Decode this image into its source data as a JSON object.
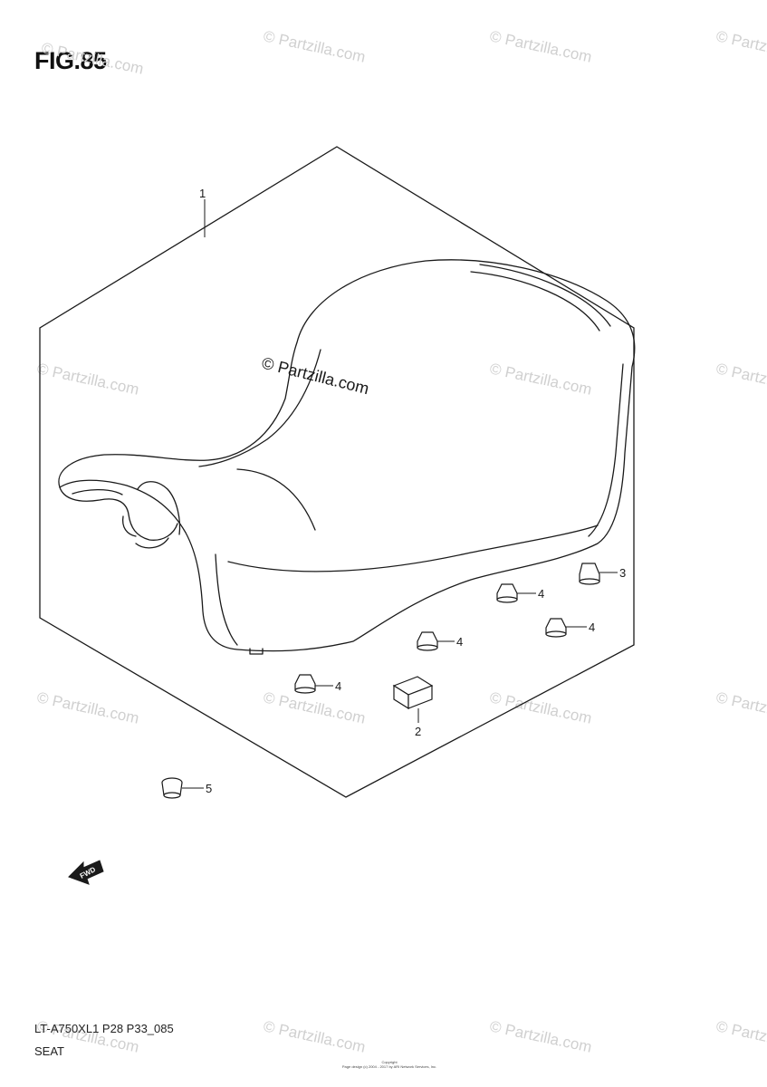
{
  "figure": {
    "title": "FIG.85",
    "model_code": "LT-A750XL1  P28 P33_085",
    "section_name": "SEAT"
  },
  "watermark": {
    "text": "© Partzilla.com",
    "center_text": "© Partzilla.com"
  },
  "direction_badge": {
    "label": "FWD"
  },
  "callouts": [
    {
      "id": "1",
      "label": "1"
    },
    {
      "id": "2",
      "label": "2"
    },
    {
      "id": "3",
      "label": "3"
    },
    {
      "id": "4a",
      "label": "4"
    },
    {
      "id": "4b",
      "label": "4"
    },
    {
      "id": "4c",
      "label": "4"
    },
    {
      "id": "4d",
      "label": "4"
    },
    {
      "id": "5",
      "label": "5"
    }
  ],
  "footer_copyright": {
    "line1": "Copyright",
    "line2": "Page design (c) 2004 - 2017 by ARI Network Services, Inc."
  },
  "colors": {
    "line": "#1a1a1a",
    "watermark": "#cfcfcf",
    "background": "#ffffff"
  }
}
